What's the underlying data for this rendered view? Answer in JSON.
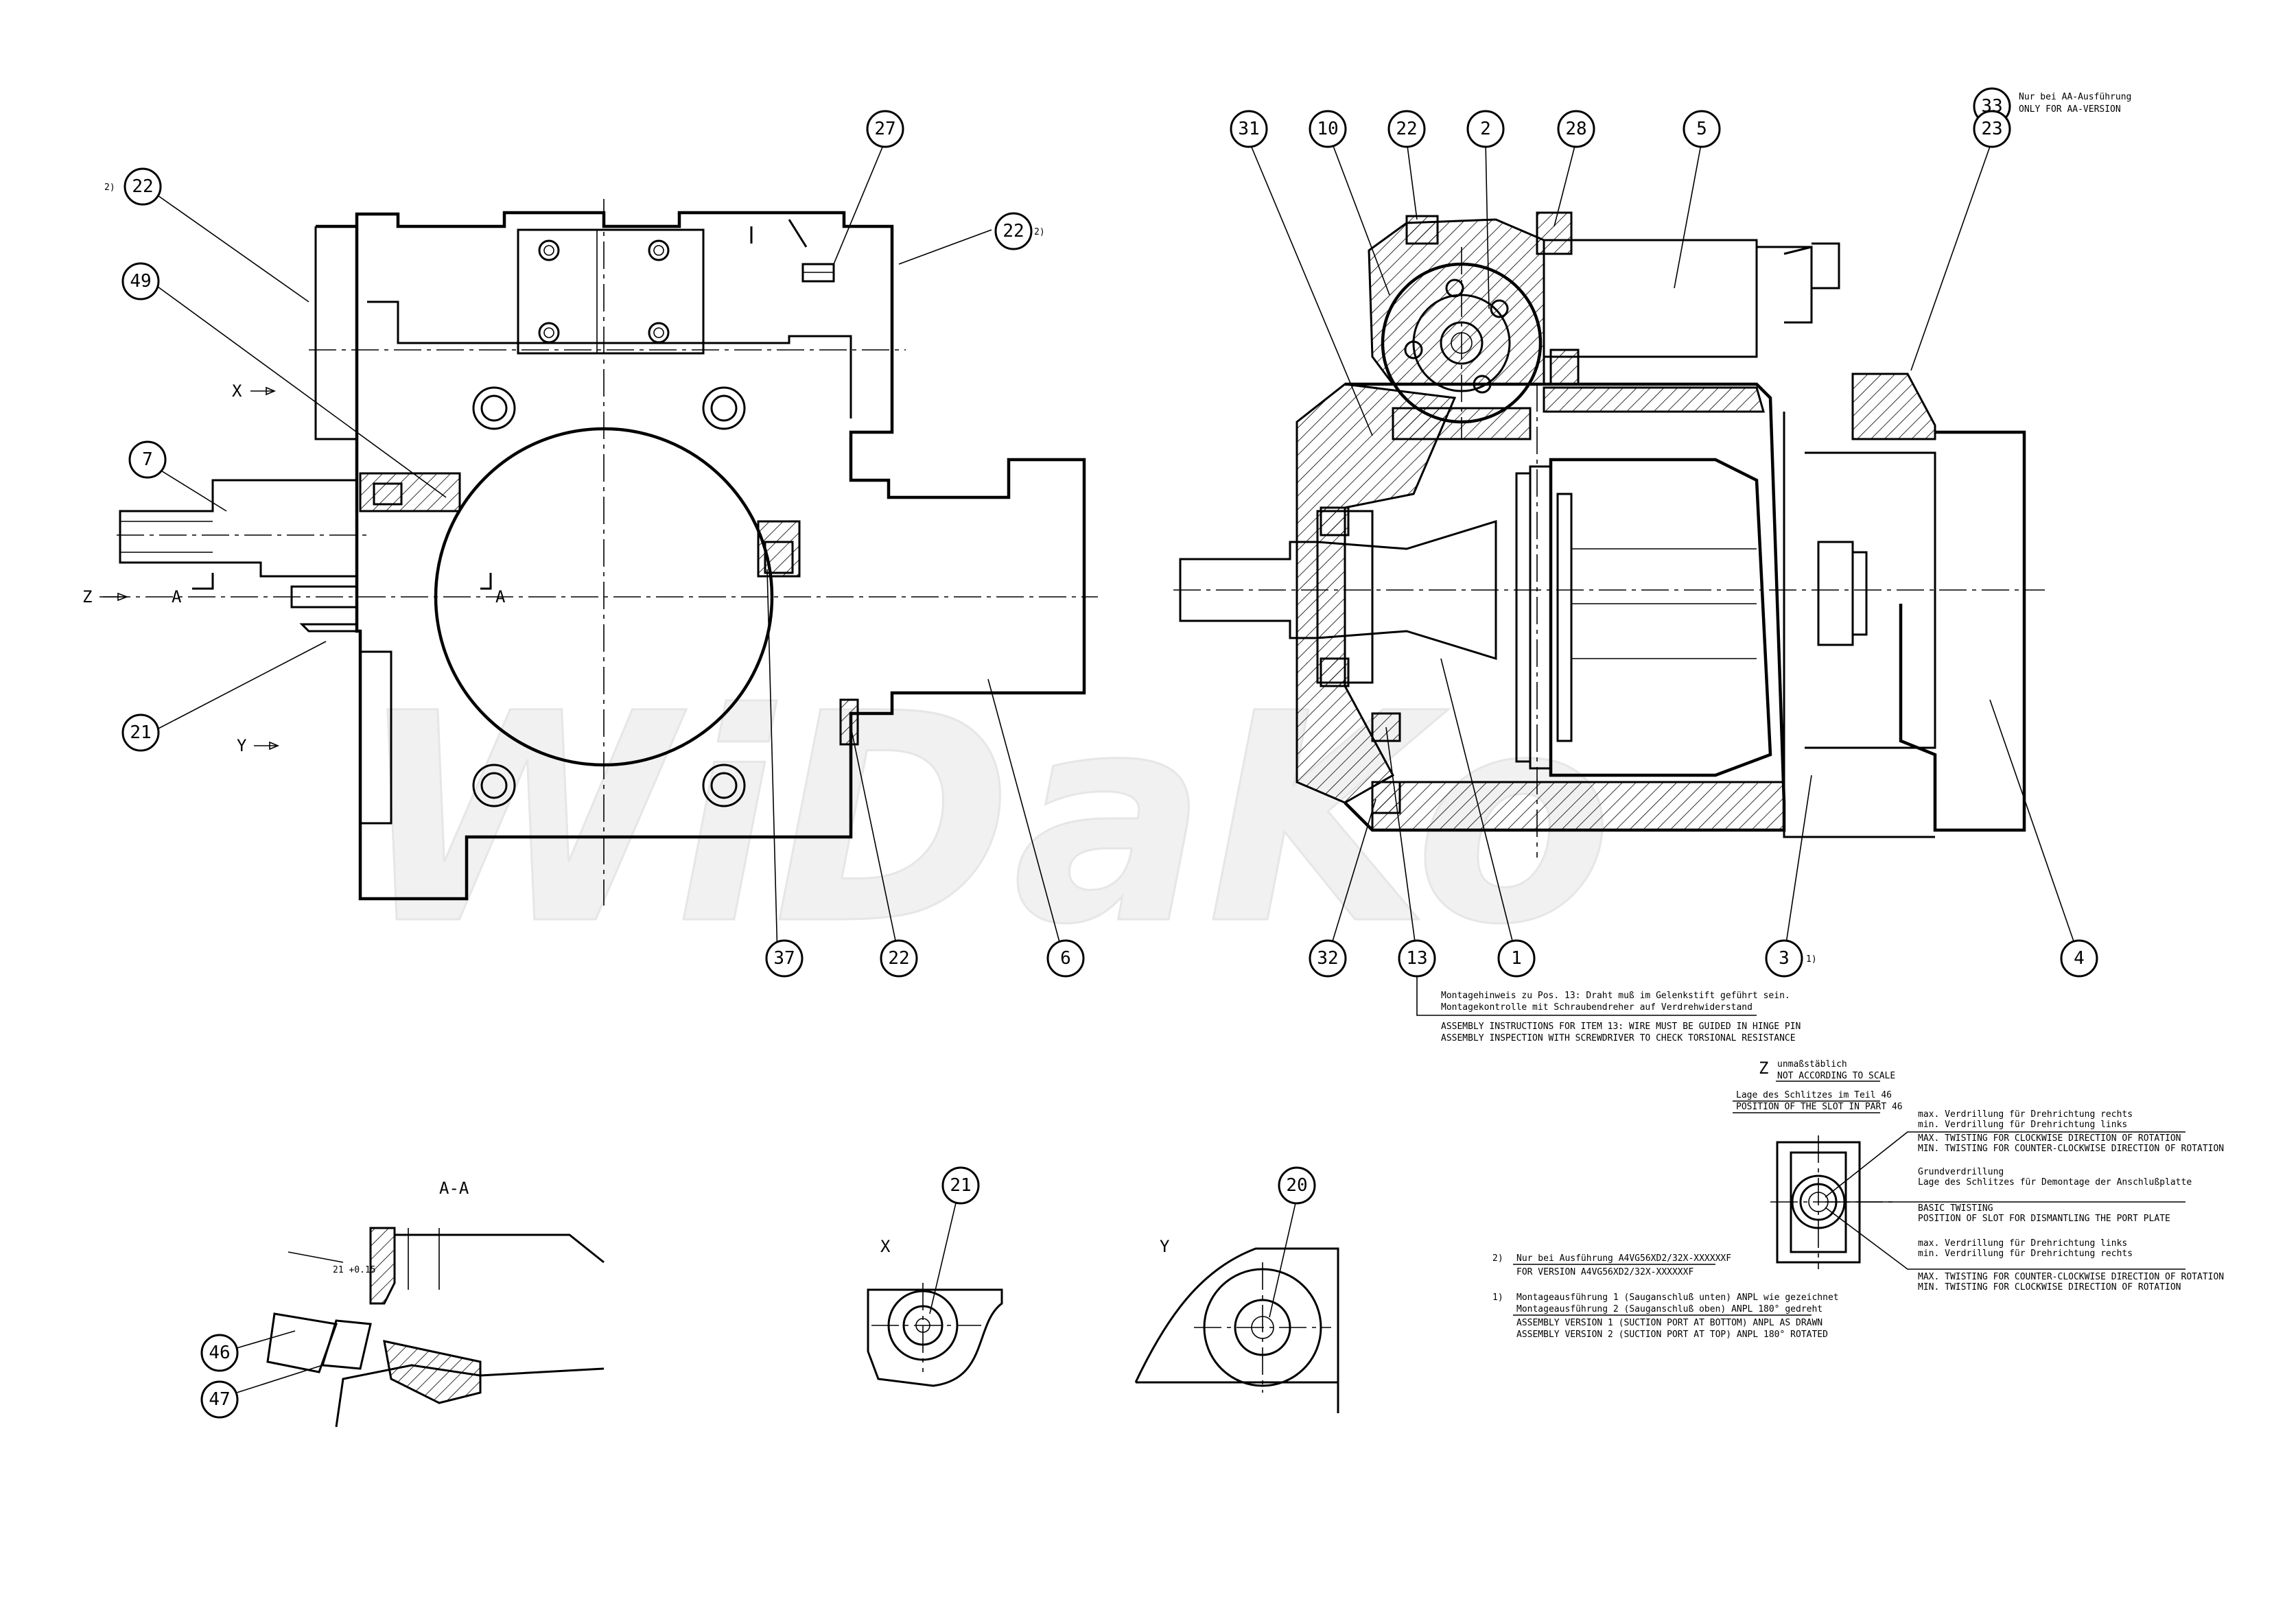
{
  "watermark": "WiDaKo",
  "view_labels": {
    "x": "X",
    "y": "Y",
    "z": "Z",
    "a_left": "A",
    "a_right": "A",
    "section_aa": "A-A",
    "detail_x": "X",
    "detail_y": "Y",
    "z_view": "Z"
  },
  "bubbles": {
    "left_view": {
      "b22_top": "22",
      "b49": "49",
      "b7": "7",
      "b21": "21",
      "b27": "27",
      "b22_right": "22",
      "b37": "37",
      "b22_bottom": "22",
      "b6": "6"
    },
    "right_view": {
      "b31": "31",
      "b10": "10",
      "b22": "22",
      "b2": "2",
      "b28": "28",
      "b5": "5",
      "b33": "33",
      "b23": "23",
      "b32": "32",
      "b13": "13",
      "b1": "1",
      "b3": "3",
      "b4": "4"
    },
    "section_aa": {
      "b46": "46",
      "b47": "47"
    },
    "detail_x": {
      "b21": "21"
    },
    "detail_y": {
      "b20": "20"
    }
  },
  "footnote_marks": {
    "b22_top": "2)",
    "b22_right": "2)",
    "b3": "1)",
    "note_2": "2)",
    "note_1": "1)"
  },
  "notes": {
    "aa_version": {
      "de": "Nur bei AA-Ausführung",
      "en": "ONLY FOR AA-VERSION"
    },
    "assembly_item13": {
      "de_1": "Montagehinweis zu Pos. 13: Draht muß im Gelenkstift geführt sein.",
      "de_2": "Montagekontrolle mit Schraubendreher auf Verdrehwiderstand",
      "en_1": "ASSEMBLY INSTRUCTIONS FOR ITEM 13: WIRE MUST BE GUIDED IN HINGE PIN",
      "en_2": "ASSEMBLY INSPECTION WITH SCREWDRIVER TO CHECK TORSIONAL RESISTANCE"
    },
    "scale": {
      "de": "unmaßstäblich",
      "en": "NOT ACCORDING TO SCALE"
    },
    "slot_position": {
      "de": "Lage des Schlitzes im Teil 46",
      "en": "POSITION OF THE SLOT IN PART 46"
    },
    "twisting_cw": {
      "de_1": "max. Verdrillung für Drehrichtung rechts",
      "de_2": "min. Verdrillung für Drehrichtung links",
      "en_1": "MAX. TWISTING FOR CLOCKWISE DIRECTION OF ROTATION",
      "en_2": "MIN. TWISTING FOR COUNTER-CLOCKWISE DIRECTION OF ROTATION"
    },
    "basic_twisting": {
      "de_1": "Grundverdrillung",
      "de_2": "Lage des Schlitzes für Demontage der Anschlußplatte",
      "en_1": "BASIC TWISTING",
      "en_2": "POSITION OF SLOT FOR DISMANTLING THE PORT PLATE"
    },
    "twisting_ccw": {
      "de_1": "max. Verdrillung für Drehrichtung links",
      "de_2": "min. Verdrillung für Drehrichtung rechts",
      "en_1": "MAX. TWISTING FOR COUNTER-CLOCKWISE DIRECTION OF ROTATION",
      "en_2": "MIN. TWISTING FOR CLOCKWISE DIRECTION OF ROTATION"
    },
    "note_2": {
      "de": "Nur bei Ausführung A4VG56XD2/32X-XXXXXXF",
      "en": "FOR VERSION A4VG56XD2/32X-XXXXXXF"
    },
    "note_1": {
      "de_1": "Montageausführung 1 (Sauganschluß unten) ANPL wie gezeichnet",
      "de_2": "Montageausführung 2 (Sauganschluß oben) ANPL 180° gedreht",
      "en_1": "ASSEMBLY VERSION 1 (SUCTION PORT AT BOTTOM) ANPL AS DRAWN",
      "en_2": "ASSEMBLY VERSION 2 (SUCTION PORT AT TOP) ANPL 180° ROTATED"
    }
  },
  "dimension_text": "21 +0.15"
}
